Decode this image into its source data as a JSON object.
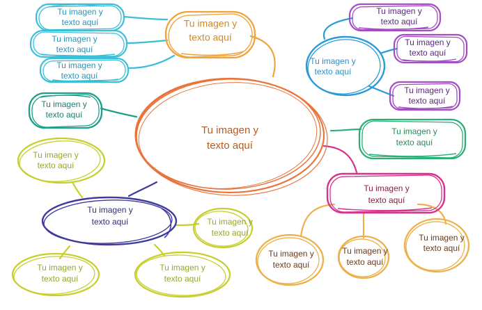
{
  "center": {
    "line1": "Tu imagen y",
    "line2": "texto aquí",
    "color": "#E8743B"
  },
  "branches": {
    "top_orange": {
      "line1": "Tu imagen y",
      "line2": "texto aquí",
      "color": "#F0A33A",
      "text_color": "#D08A1E"
    },
    "cyan_1": {
      "line1": "Tu imagen y",
      "line2": "texto aquí",
      "color": "#3BBFD8",
      "text_color": "#2B93B8"
    },
    "cyan_2": {
      "line1": "Tu imagen y",
      "line2": "texto aquí",
      "color": "#3BBFD8",
      "text_color": "#2B93B8"
    },
    "cyan_3": {
      "line1": "Tu imagen y",
      "line2": "texto aquí",
      "color": "#3BBFD8",
      "text_color": "#2B93B8"
    },
    "blue_hub": {
      "line1": "Tu imagen y",
      "line2": "texto aquí",
      "color": "#2A9BD6",
      "text_color": "#2A8FC9"
    },
    "purple_1": {
      "line1": "Tu imagen y",
      "line2": "texto aquí",
      "color": "#A24DC4",
      "text_color": "#5A2A7A"
    },
    "purple_2": {
      "line1": "Tu imagen y",
      "line2": "texto aquí",
      "color": "#A24DC4",
      "text_color": "#5A2A7A"
    },
    "purple_3": {
      "line1": "Tu imagen y",
      "line2": "texto aquí",
      "color": "#A24DC4",
      "text_color": "#5A2A7A"
    },
    "green_left": {
      "line1": "Tu imagen y",
      "line2": "texto aquí",
      "color": "#1F9E89",
      "text_color": "#1A7F6C"
    },
    "green_right": {
      "line1": "Tu imagen y",
      "line2": "texto aquí",
      "color": "#2BAE78",
      "text_color": "#2A8A5A"
    },
    "lime_top": {
      "line1": "Tu imagen y",
      "line2": "texto aquí",
      "color": "#C6CF2E",
      "text_color": "#9AA52A"
    },
    "navy_hub": {
      "line1": "Tu imagen y",
      "line2": "texto aquí",
      "color": "#3F3A9C",
      "text_color": "#2E2E7A"
    },
    "lime_right": {
      "line1": "Tu imagen y",
      "line2": "texto aquí",
      "color": "#C6CF2E",
      "text_color": "#9AA52A"
    },
    "lime_bl": {
      "line1": "Tu imagen y",
      "line2": "texto aquí",
      "color": "#C6CF2E",
      "text_color": "#9AA52A"
    },
    "lime_bc": {
      "line1": "Tu imagen y",
      "line2": "texto aquí",
      "color": "#C6CF2E",
      "text_color": "#9AA52A"
    },
    "pink_hub": {
      "line1": "Tu imagen y",
      "line2": "texto aquí",
      "color": "#D6338A",
      "text_color": "#8A1F3A"
    },
    "amber_1": {
      "line1": "Tu imagen y",
      "line2": "texto aquí",
      "color": "#EDB04A",
      "text_color": "#6A3A1A"
    },
    "amber_2": {
      "line1": "Tu imagen y",
      "line2": "texto aquí",
      "color": "#EDB04A",
      "text_color": "#6A3A1A"
    },
    "amber_3": {
      "line1": "Tu imagen y",
      "line2": "texto aquí",
      "color": "#EDB04A",
      "text_color": "#6A3A1A"
    }
  }
}
